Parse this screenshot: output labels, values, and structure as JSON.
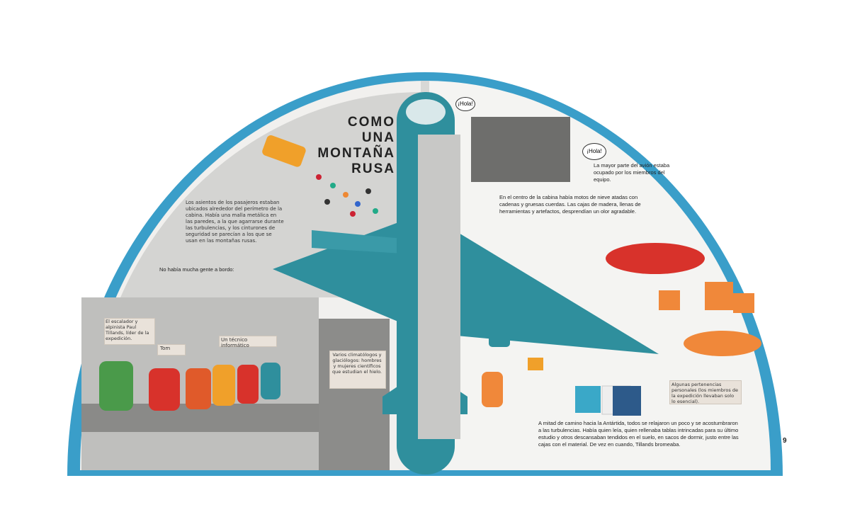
{
  "spread": {
    "title_lines": [
      "COMO UNA",
      "MONTAÑA",
      "RUSA"
    ],
    "page_number": "9"
  },
  "left_page": {
    "seats_note": "Los asientos de los pasajeros estaban ubicados alrededor del perímetro de la cabina. Había una malla metálica en las paredes, a la que agarrarse durante las turbulencias, y los cinturones de seguridad se parecían a los que se usan en las montañas rusas.",
    "few_people": "No había mucha gente a bordo:",
    "label_tillands": "El escalador y alpinista Paul Tillands, líder de la expedición.",
    "label_tom": "Tom",
    "label_tech": "Un técnico informático",
    "label_scientists": "Varios climatólogos y glaciólogos: hombres y mujeres científicos que estudian el hielo."
  },
  "right_page": {
    "hello_1": "¡Hola!",
    "hello_2": "¡Hola!",
    "crew_note": "La mayor parte del avión estaba ocupado por los miembros del equipo.",
    "cargo_note": "En el centro de la cabina había motos de nieve atadas con cadenas y gruesas cuerdas. Las cajas de madera, llenas de herramientas y artefactos, desprendían un olor agradable.",
    "belongings_note": "Algunas pertenencias personales (los miembros de la expedición llevaban solo lo esencial).",
    "bottom_note": "A mitad de camino hacia la Antártida, todos se relajaron un poco y se acostumbraron a las turbulencias. Había quien leía, quien rellenaba tablas intrincadas para su último estudio y otros descansaban tendidos en el suelo, en sacos de dormir, justo entre las cajas con el material. De vez en cuando, Tillands bromeaba."
  },
  "colors": {
    "book_cover": "#3a9ec9",
    "page_bg": "#f2f2f0",
    "sky_gray": "#cfcfcf",
    "plane_teal": "#2f8f9d",
    "plane_dark": "#1f6f7c",
    "accent_orange": "#f0883a",
    "accent_red": "#d8322b"
  }
}
